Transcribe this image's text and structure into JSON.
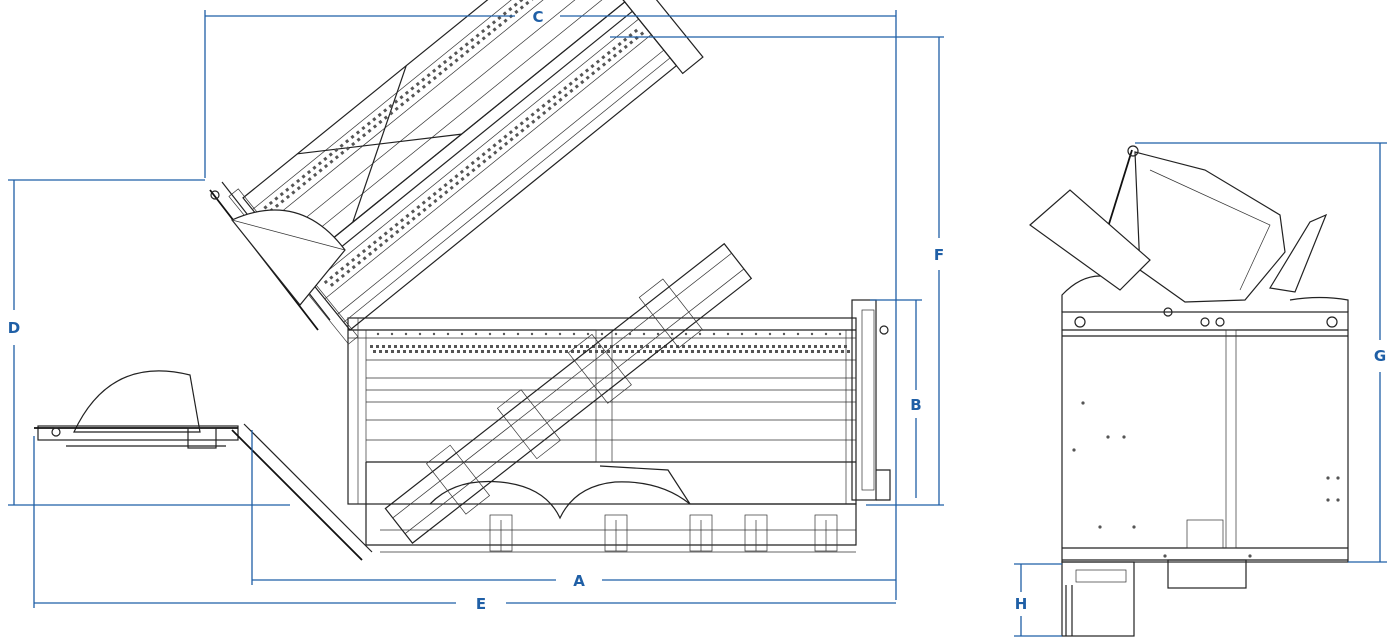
{
  "colors": {
    "dimension": "#1f5fa6",
    "line": "#222222",
    "background": "#ffffff"
  },
  "dimensions": {
    "A": "A",
    "B": "B",
    "C": "C",
    "D": "D",
    "E": "E",
    "F": "F",
    "G": "G",
    "H": "H"
  }
}
